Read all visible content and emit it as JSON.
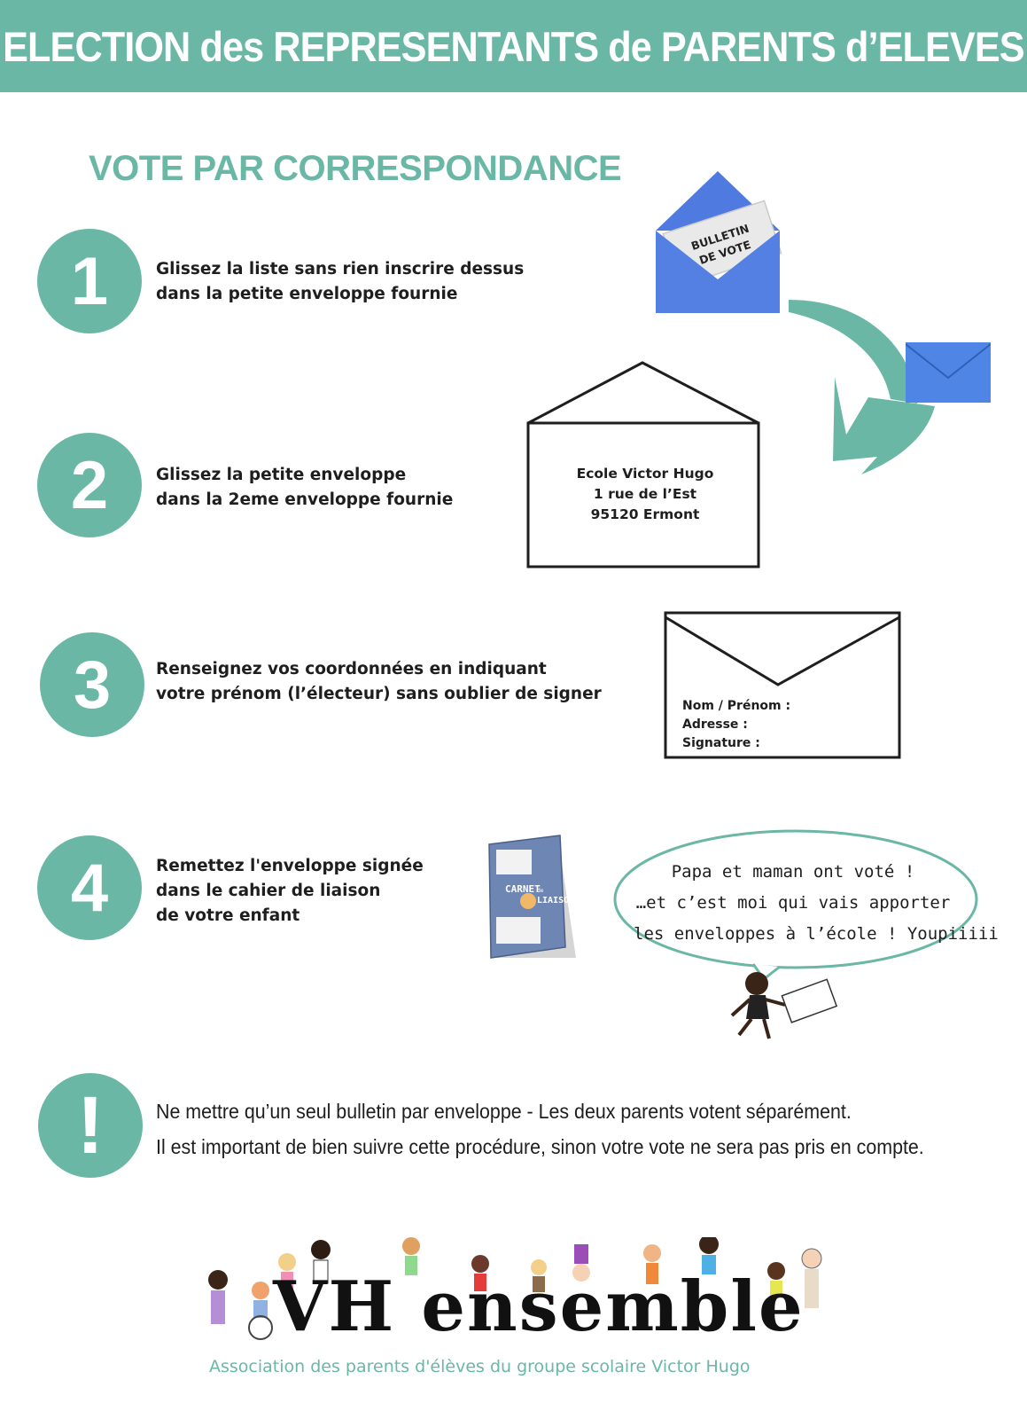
{
  "header": {
    "title": "ELECTION des REPRESENTANTS de PARENTS d’ELEVES"
  },
  "subtitle": "VOTE PAR CORRESPONDANCE",
  "steps": [
    {
      "number": "1",
      "lines": [
        "Glissez la liste sans rien inscrire dessus",
        "dans la petite enveloppe fournie"
      ]
    },
    {
      "number": "2",
      "lines": [
        "Glissez la petite enveloppe",
        "dans la 2eme enveloppe fournie"
      ]
    },
    {
      "number": "3",
      "lines": [
        "Renseignez vos coordonnées en indiquant",
        "votre prénom (l’électeur) sans oublier de signer"
      ]
    },
    {
      "number": "4",
      "lines": [
        "Remettez l'enveloppe signée",
        "dans le cahier de liaison",
        "de votre enfant"
      ]
    }
  ],
  "ballot": {
    "label_line1": "BULLETIN",
    "label_line2": "DE VOTE"
  },
  "address_envelope": {
    "lines": [
      "Ecole Victor Hugo",
      "1 rue de l’Est",
      "95120 Ermont"
    ]
  },
  "sender_envelope": {
    "lines": [
      "Nom / Prénom :",
      "Adresse :",
      "Signature :"
    ]
  },
  "notebook": {
    "title_line1": "CARNET",
    "title_small": "de",
    "title_line2": "LIAISON"
  },
  "speech_bubble": {
    "lines": [
      "Papa et maman ont voté !",
      "…et c’est moi qui vais apporter",
      "les enveloppes à l’école ! Youpiiiii"
    ]
  },
  "warning": {
    "symbol": "!",
    "lines": [
      "Ne mettre qu’un seul bulletin par enveloppe - Les deux parents votent séparément.",
      "Il est important de bien suivre cette procédure, sinon votre vote ne sera pas pris en compte."
    ]
  },
  "logo": {
    "wordmark": "VH ensemble",
    "tagline": "Association des parents d'élèves du groupe scolaire Victor Hugo"
  },
  "colors": {
    "teal": "#6ab7a6",
    "envelope_blue": "#4f7be0",
    "ink": "#1e1e1e"
  }
}
